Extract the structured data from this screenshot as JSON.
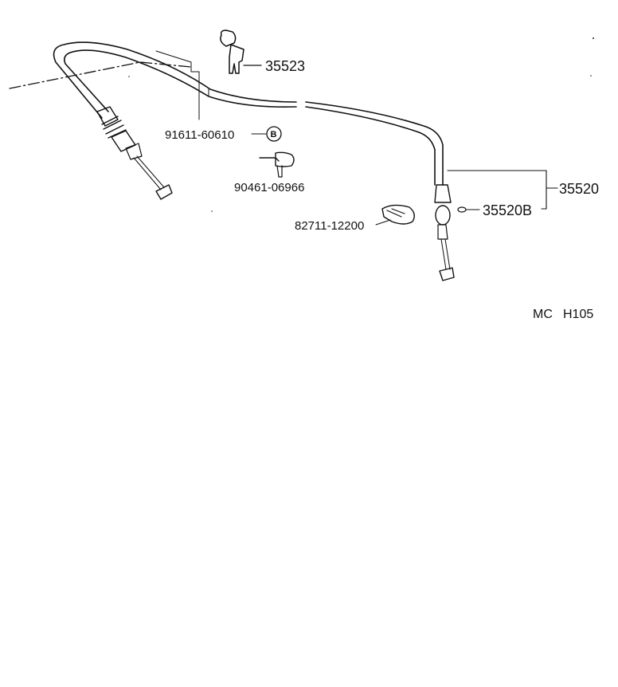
{
  "parts": {
    "bracket": "35523",
    "bolt_clamp": "91611-60610",
    "bolt_clamp_ref": "B",
    "clip": "90461-06966",
    "cable_assembly": "35520",
    "cable_sub": "35520B",
    "clamp_band": "82711-12200"
  },
  "diagram_code": {
    "prefix": "MC",
    "number": "H105"
  }
}
